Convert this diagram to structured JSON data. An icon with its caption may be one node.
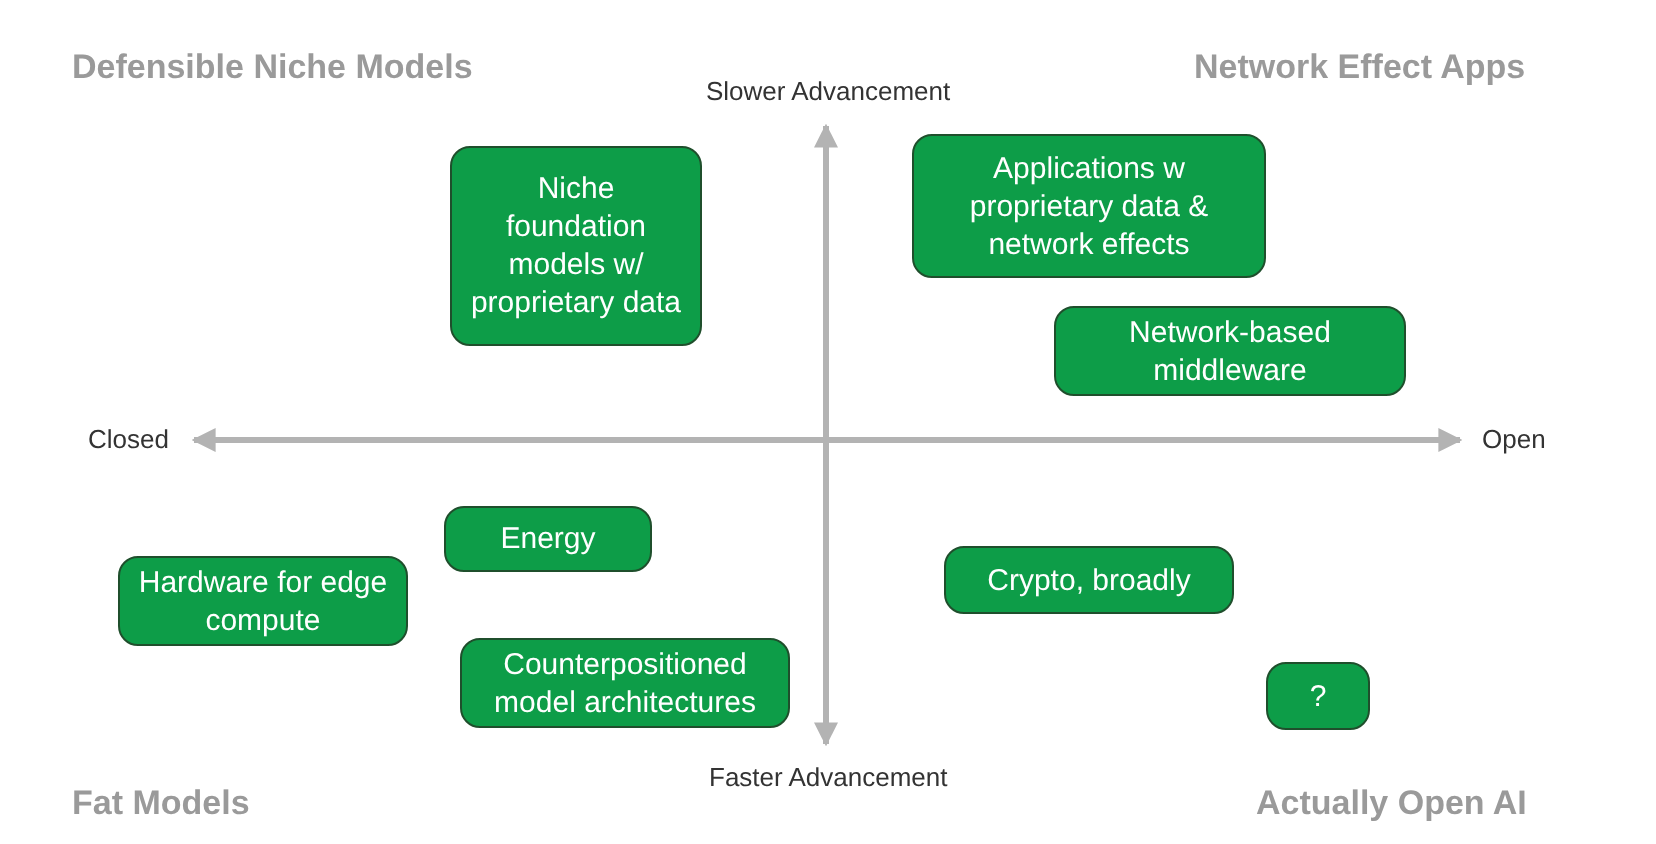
{
  "diagram": {
    "nodes": [
      {
        "text": [
          "Niche foundation models w/ proprietary data"
        ]
      },
      {
        "text": [
          "Applications w proprietary data & network effects"
        ]
      },
      {
        "text": [
          "Network-based middleware"
        ]
      },
      {
        "text": [
          "Energy"
        ]
      },
      {
        "text": [
          "Hardware for edge compute"
        ]
      },
      {
        "text": [
          "Crypto, broadly"
        ]
      },
      {
        "text": [
          "Counterpositioned model architectures"
        ]
      },
      {
        "text": [
          "?"
        ]
      }
    ],
    "edges": [],
    "labels": [
      "Defensible Niche Models",
      "Slower Advancement",
      "Network Effect Apps",
      "Closed",
      "Open",
      "Faster Advancement",
      "Fat Models",
      "Actually Open AI"
    ]
  }
}
